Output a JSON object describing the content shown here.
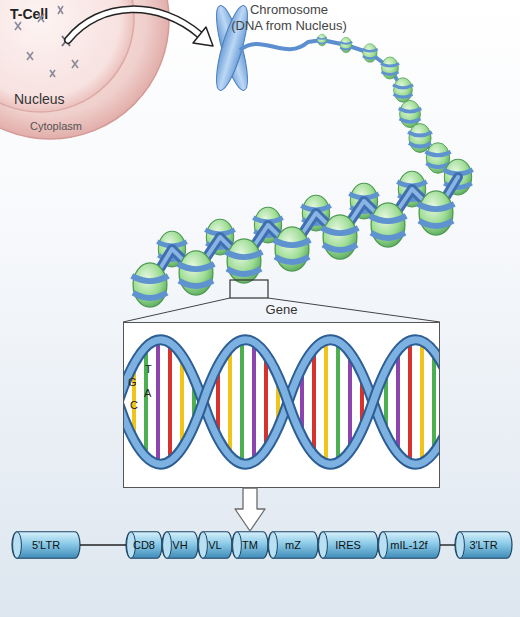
{
  "diagram": {
    "nodes": [
      {
        "text": [
          "T-Cell",
          "Cytoplasm"
        ]
      },
      {
        "text": [
          "Nucleus"
        ],
        "in": 0
      },
      {
        "text": [
          "Gene"
        ]
      },
      {
        "text": [
          "5'LTR"
        ]
      },
      {
        "text": [
          "CD8"
        ]
      },
      {
        "text": [
          "VH"
        ]
      },
      {
        "text": [
          "VL"
        ]
      },
      {
        "text": [
          "TM"
        ]
      },
      {
        "text": [
          "mZ"
        ]
      },
      {
        "text": [
          "IRES"
        ]
      },
      {
        "text": [
          "mIL-12f"
        ]
      },
      {
        "text": [
          "3'LTR"
        ]
      }
    ],
    "edges": [
      {
        "from": 2,
        "to": 7,
        "arrow": "to"
      },
      {
        "from": 3,
        "to": 4,
        "arrow": "none"
      },
      {
        "from": 10,
        "to": 11,
        "arrow": "none"
      }
    ],
    "labels": [
      "Chromosome",
      "(DNA from Nucleus)",
      "G",
      "T",
      "A",
      "C"
    ]
  }
}
